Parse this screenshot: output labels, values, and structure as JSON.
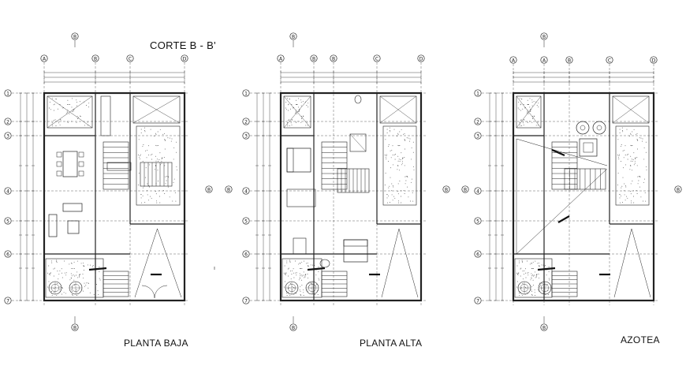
{
  "title": "CORTE B - B'",
  "plans": [
    {
      "id": "planta-baja",
      "label": "PLANTA BAJA",
      "col_axes": [
        "A",
        "B",
        "C",
        "D"
      ],
      "row_axes": [
        "1",
        "2",
        "3",
        "4",
        "5",
        "6",
        "7"
      ]
    },
    {
      "id": "planta-alta",
      "label": "PLANTA ALTA",
      "col_axes": [
        "A",
        "B",
        "B",
        "C",
        "D"
      ],
      "row_axes": [
        "1",
        "2",
        "3",
        "4",
        "5",
        "6",
        "7"
      ]
    },
    {
      "id": "azotea",
      "label": "AZOTEA",
      "col_axes": [
        "A",
        "A",
        "B",
        "C",
        "D"
      ],
      "row_axes": [
        "1",
        "2",
        "3",
        "4",
        "5",
        "6",
        "7"
      ]
    }
  ],
  "section_marks": {
    "top": "B",
    "side": "B",
    "bottom": "B"
  }
}
